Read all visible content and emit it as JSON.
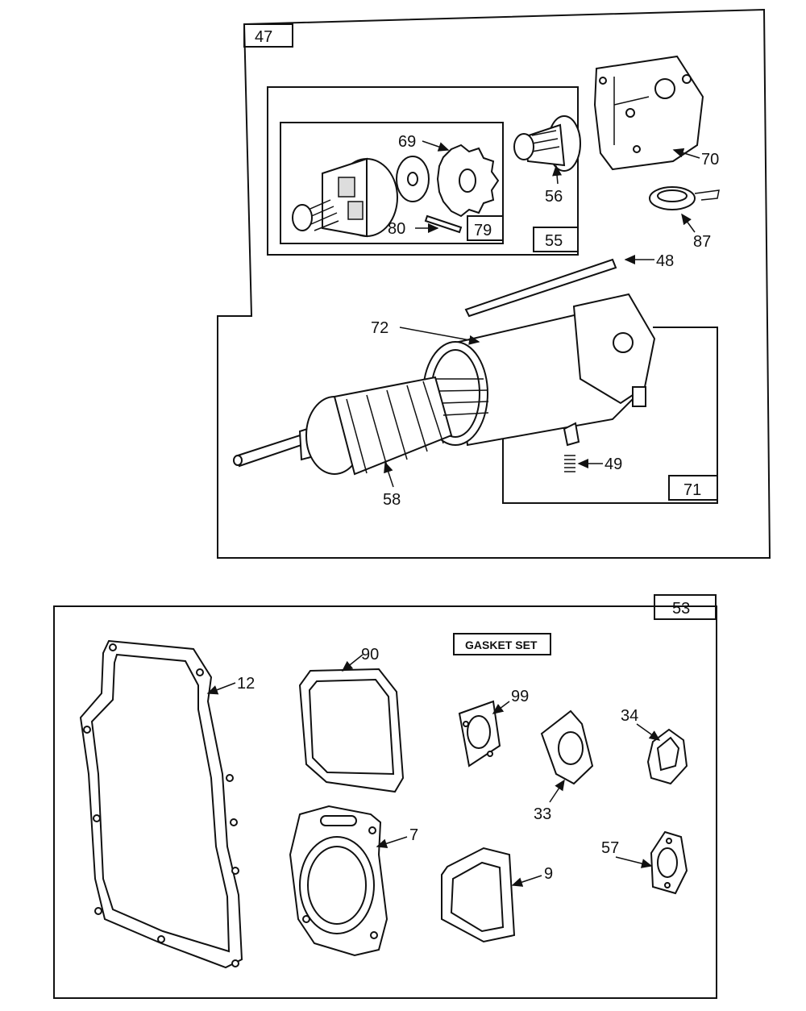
{
  "top_panel": {
    "box_label": "47",
    "sub_boxes": {
      "drive_assembly": "55",
      "drive_inner": "79",
      "end_cap": "71"
    },
    "callouts": {
      "p69": "69",
      "p80": "80",
      "p56": "56",
      "p70": "70",
      "p87": "87",
      "p48": "48",
      "p72": "72",
      "p58": "58",
      "p49": "49"
    }
  },
  "bottom_panel": {
    "box_label": "53",
    "title": "GASKET SET",
    "callouts": {
      "p12": "12",
      "p90": "90",
      "p99": "99",
      "p34": "34",
      "p33": "33",
      "p7": "7",
      "p9": "9",
      "p57": "57"
    }
  }
}
